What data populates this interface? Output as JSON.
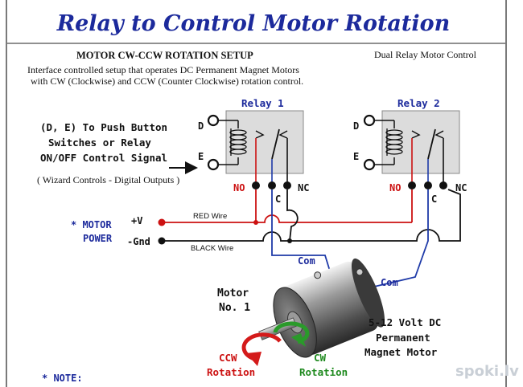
{
  "title": "Relay to Control Motor Rotation",
  "subtitle": "MOTOR CW-CCW ROTATION SETUP",
  "side_title": "Dual Relay Motor Control",
  "description": [
    "Interface controlled setup that operates DC Permanent Magnet Motors",
    "with CW (Clockwise) and CCW (Counter Clockwise) rotation control."
  ],
  "push_button_label": [
    "(D, E) To Push Button",
    "Switches or Relay",
    "ON/OFF Control Signal"
  ],
  "wizard_note": "( Wizard Controls - Digital Outputs )",
  "relay1": {
    "label": "Relay 1",
    "pin_d": "D",
    "pin_e": "E",
    "no": "NO",
    "c": "C",
    "nc": "NC"
  },
  "relay2": {
    "label": "Relay 2",
    "pin_d": "D",
    "pin_e": "E",
    "no": "NO",
    "c": "C",
    "nc": "NC"
  },
  "motor_power": [
    "* MOTOR",
    "POWER"
  ],
  "plus_v": "+V",
  "gnd": "-Gnd",
  "red_wire": "RED Wire",
  "black_wire": "BLACK Wire",
  "com_left": "Com",
  "com_right": "Com",
  "motor_label": [
    "Motor",
    "No. 1"
  ],
  "motor_spec": [
    "5-12 Volt DC",
    "Permanent",
    "Magnet Motor"
  ],
  "ccw": [
    "CCW",
    "Rotation"
  ],
  "cw": [
    "CW",
    "Rotation"
  ],
  "note": "* NOTE:",
  "watermark": "spoki.lv",
  "colors": {
    "title_blue": "#1c2a9c",
    "wire_red": "#cc1111",
    "wire_blue": "#1e3aa8",
    "ccw_red": "#d41a1a",
    "cw_green": "#2a9a2a",
    "relay_box": "#dcdcdc"
  }
}
